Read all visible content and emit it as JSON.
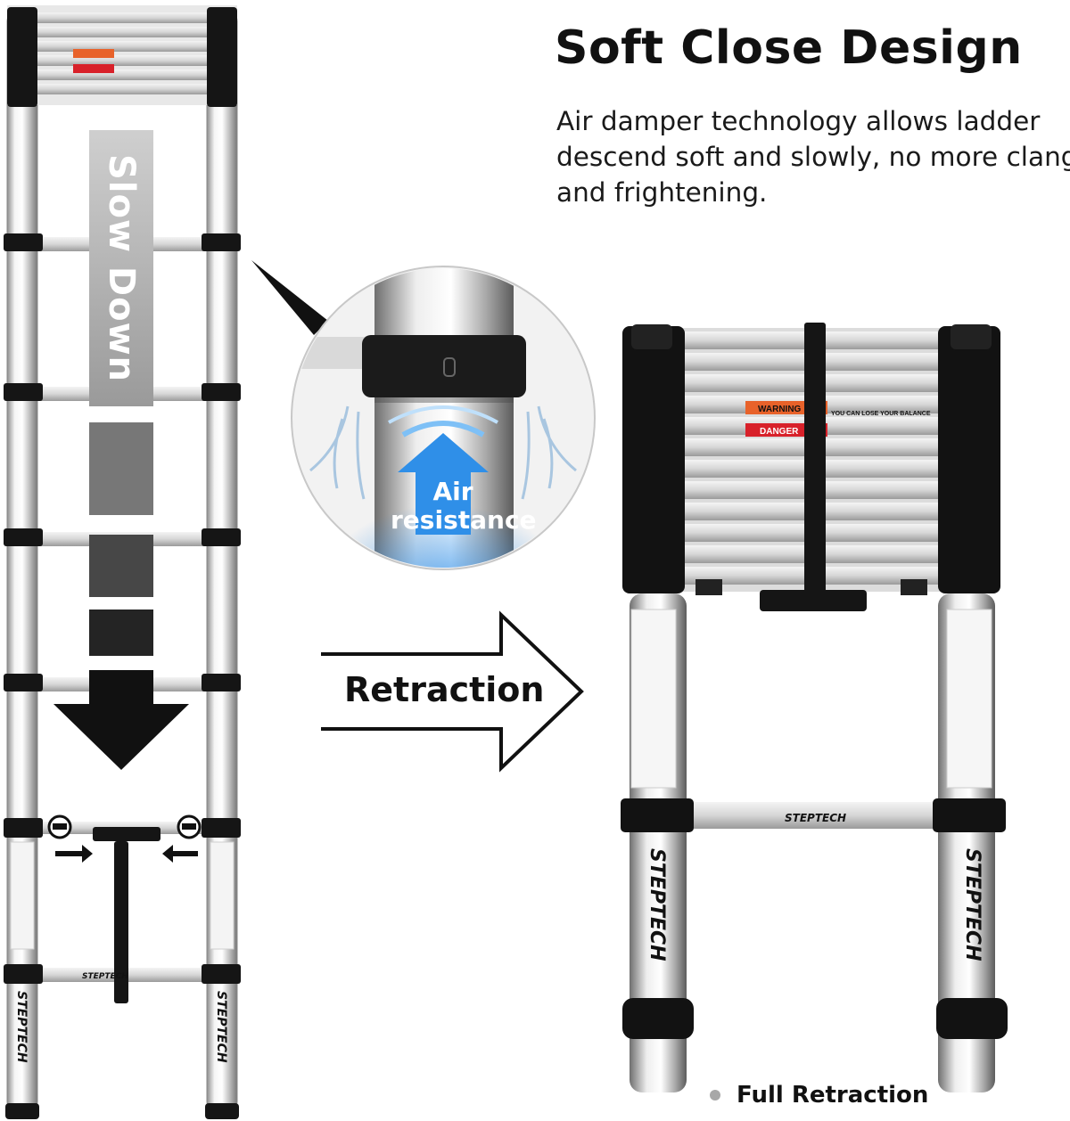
{
  "heading": {
    "title": "Soft Close Design",
    "description_lines": [
      "Air damper technology allows ladder",
      "descend soft and slowly, no more clang",
      "and frightening."
    ]
  },
  "left_panel": {
    "slow_down_label": "Slow Down",
    "brand_label": "STEPTECH"
  },
  "zoom_panel": {
    "air_label_line1": "Air",
    "air_label_line2": "resistance"
  },
  "center": {
    "arrow_label": "Retraction"
  },
  "right_panel": {
    "warning_label": "WARNING",
    "danger_label": "DANGER",
    "warning_text": "YOU CAN LOSE YOUR BALANCE",
    "brand_label": "STEPTECH",
    "caption": "Full Retraction"
  },
  "colors": {
    "accent_blue": "#2f8fe8",
    "warning_orange": "#e8622a",
    "danger_red": "#d8212a",
    "ladder_black": "#111111"
  }
}
